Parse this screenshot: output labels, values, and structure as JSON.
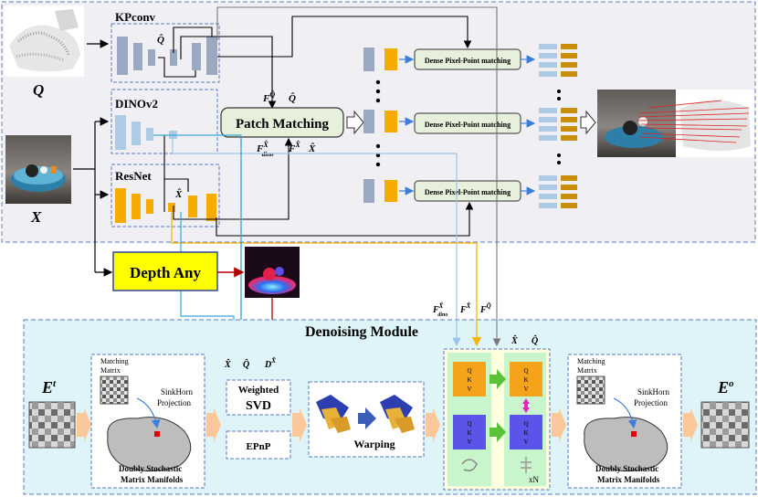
{
  "top_panel": {
    "q_label": "Q",
    "x_label": "X",
    "kpconv": {
      "title": "KPconv",
      "q_hat": "Q̂"
    },
    "dinov2": {
      "title": "DINOv2"
    },
    "resnet": {
      "title": "ResNet",
      "x_hat": "X̂"
    },
    "patch_matching": {
      "label": "Patch Matching",
      "f_q": "F",
      "f_q_sup": "Q̂",
      "q_hat": "Q̂",
      "f_dino": "F",
      "f_dino_sup": "X̂",
      "f_dino_sub": "dino",
      "f_x": "F",
      "f_x_sup": "X̂",
      "x_hat": "X̂"
    },
    "dense_matching": [
      "Dense  Pixel-Point matching",
      "Dense  Pixel-Point matching",
      "Dense  Pixel-Point matching"
    ]
  },
  "depth_any": {
    "label": "Depth Any"
  },
  "features_to_denoise": {
    "f_dino": "F",
    "f_dino_sup": "X̂",
    "f_dino_sub": "dino",
    "f_x": "F",
    "f_x_sup": "X̂",
    "f_q": "F",
    "f_q_sup": "Q̂"
  },
  "denoising": {
    "title": "Denoising Module",
    "e_t": "E",
    "e_t_sup": "t",
    "e_o": "E",
    "e_o_sup": "o",
    "projection_left": {
      "matrix_label_1": "Matching",
      "matrix_label_2": "Matrix",
      "proj_1": "SinkHorn",
      "proj_2": "Projection",
      "manifold_1": "Doubly Stochastic",
      "manifold_2": "Matrix Manifolds"
    },
    "svd": {
      "x_hat": "X̂",
      "q_hat": "Q̂",
      "d": "D",
      "d_sup": "X̂",
      "weighted": "Weighted",
      "svd": "SVD",
      "epnp": "EPnP"
    },
    "warping": "Warping",
    "transformer": {
      "x_hat": "X̂",
      "q_hat": "Q̂",
      "qkv": [
        "Q",
        "K",
        "V"
      ],
      "repeat": "xN"
    },
    "projection_right": {
      "matrix_label_1": "Matching",
      "matrix_label_2": "Matrix",
      "proj_1": "SinkHorn",
      "proj_2": "Projection",
      "manifold_1": "Doubly Stochastic",
      "manifold_2": "Matrix Manifolds"
    }
  },
  "colors": {
    "kpconv_blue": "#9aa8c2",
    "dino_blue": "#aecbe6",
    "resnet_orange": "#f5ab00",
    "patch_green": "#e6f0da",
    "depth_yellow": "#ffff00",
    "denoise_bg": "#dff4f8",
    "arrow_orange": "#fbc89a",
    "yellow_line": "#f7b500",
    "cyan_line": "#3aa8d8",
    "red_line": "#b30000",
    "gray_line": "#808080"
  }
}
